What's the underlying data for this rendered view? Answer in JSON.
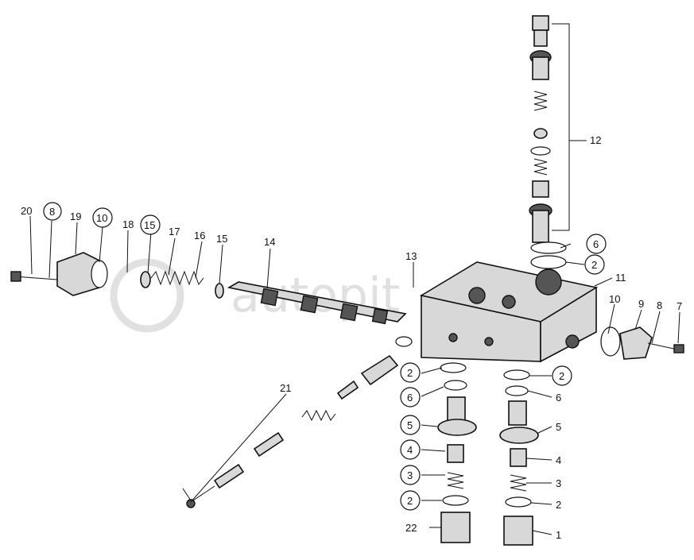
{
  "watermark": {
    "text": "autopit"
  },
  "callouts": [
    {
      "id": "c20",
      "text": "20",
      "circled": false
    },
    {
      "id": "c8a",
      "text": "8",
      "circled": true
    },
    {
      "id": "c19",
      "text": "19",
      "circled": false
    },
    {
      "id": "c10a",
      "text": "10",
      "circled": true
    },
    {
      "id": "c18",
      "text": "18",
      "circled": false
    },
    {
      "id": "c15a",
      "text": "15",
      "circled": true
    },
    {
      "id": "c17",
      "text": "17",
      "circled": false
    },
    {
      "id": "c16",
      "text": "16",
      "circled": false
    },
    {
      "id": "c15b",
      "text": "15",
      "circled": false
    },
    {
      "id": "c14",
      "text": "14",
      "circled": false
    },
    {
      "id": "c13",
      "text": "13",
      "circled": false
    },
    {
      "id": "c12",
      "text": "12",
      "circled": false
    },
    {
      "id": "c6a",
      "text": "6",
      "circled": true
    },
    {
      "id": "c2a",
      "text": "2",
      "circled": true
    },
    {
      "id": "c11",
      "text": "11",
      "circled": false
    },
    {
      "id": "c10b",
      "text": "10",
      "circled": false
    },
    {
      "id": "c9",
      "text": "9",
      "circled": false
    },
    {
      "id": "c8b",
      "text": "8",
      "circled": false
    },
    {
      "id": "c7",
      "text": "7",
      "circled": false
    },
    {
      "id": "c21",
      "text": "21",
      "circled": false
    },
    {
      "id": "c2b",
      "text": "2",
      "circled": true
    },
    {
      "id": "c6b",
      "text": "6",
      "circled": true
    },
    {
      "id": "c5a",
      "text": "5",
      "circled": true
    },
    {
      "id": "c4a",
      "text": "4",
      "circled": true
    },
    {
      "id": "c3a",
      "text": "3",
      "circled": true
    },
    {
      "id": "c2c",
      "text": "2",
      "circled": true
    },
    {
      "id": "c22",
      "text": "22",
      "circled": false
    },
    {
      "id": "c2d",
      "text": "2",
      "circled": true
    },
    {
      "id": "c6c",
      "text": "6",
      "circled": false
    },
    {
      "id": "c5b",
      "text": "5",
      "circled": false
    },
    {
      "id": "c4b",
      "text": "4",
      "circled": false
    },
    {
      "id": "c3b",
      "text": "3",
      "circled": false
    },
    {
      "id": "c2e",
      "text": "2",
      "circled": false
    },
    {
      "id": "c1",
      "text": "1",
      "circled": false
    }
  ]
}
